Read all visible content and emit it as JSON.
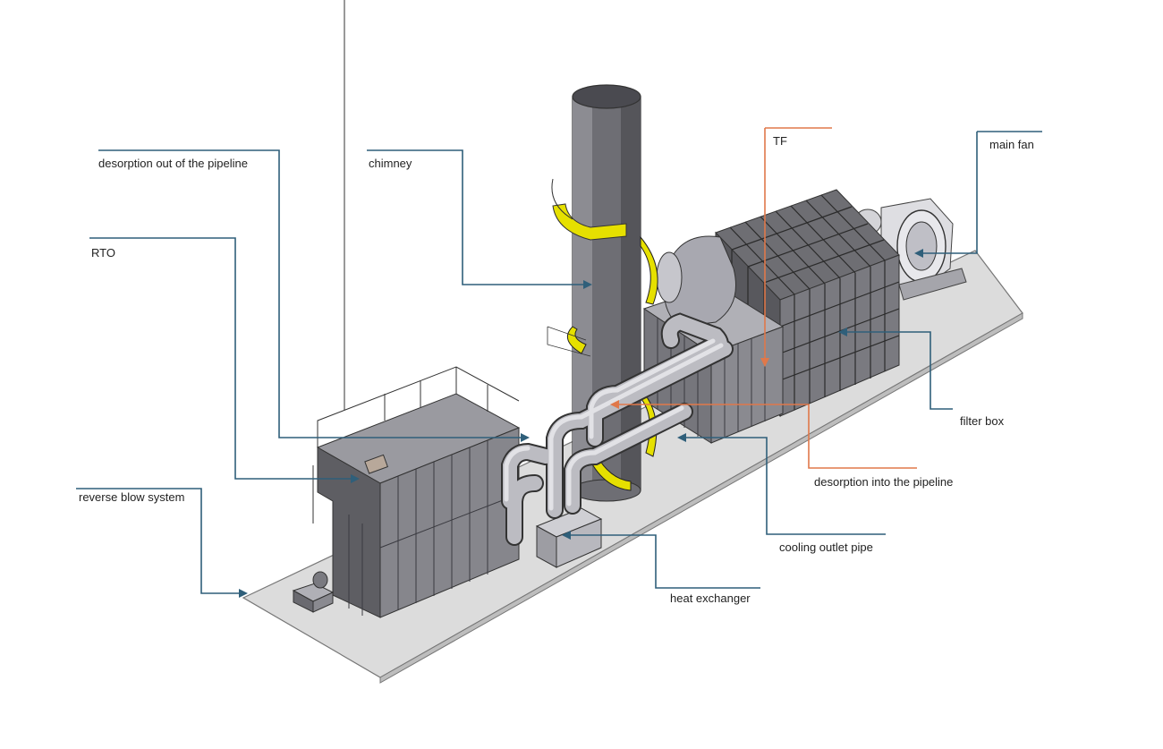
{
  "colors": {
    "leader_blue": "#2f5f7a",
    "leader_orange": "#e0784a",
    "steel": "#8e8e93",
    "steel_dark": "#5a5a5f",
    "steel_light": "#c9c9ce",
    "base": "#dcdcdc",
    "stair_yellow": "#e6e000",
    "label_text": "#222222"
  },
  "labels": {
    "desorption_out": "desorption out of the pipeline",
    "chimney": "chimney",
    "tf": "TF",
    "main_fan": "main fan",
    "rto": "RTO",
    "filter_box": "filter box",
    "desorption_into": "desorption into the pipeline",
    "reverse_blow": "reverse blow system",
    "cooling_outlet": "cooling outlet pipe",
    "heat_exchanger": "heat exchanger"
  }
}
